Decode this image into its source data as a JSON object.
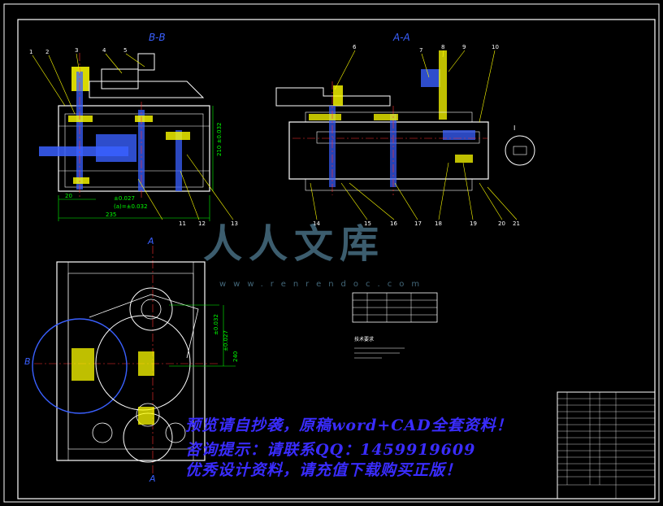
{
  "drawing": {
    "view_bb": "B-B",
    "view_aa": "A-A",
    "section_a_top": "A",
    "section_a_bottom": "A",
    "section_b_left": "B",
    "detail_label": "I",
    "part_numbers_top_left": [
      "1",
      "2",
      "3",
      "4",
      "5"
    ],
    "part_numbers_top_right": [
      "6",
      "7",
      "8",
      "9",
      "10"
    ],
    "part_numbers_bottom_left": [
      "11",
      "12",
      "13"
    ],
    "part_numbers_bottom_right": [
      "14",
      "15",
      "16",
      "17",
      "18",
      "19",
      "20",
      "21"
    ],
    "dim_left_small": "20",
    "dim_tol1": "±0.027",
    "dim_tol2": "(a)=±0.032",
    "dim_235": "235",
    "dim_vertical_top": "210 ±0.032",
    "dim_plan_a": "±0.032",
    "dim_plan_b": "±0.027",
    "dim_plan_c": "240",
    "tech_notes_title": "技术要求"
  },
  "watermark": {
    "logo_text": "人人文库",
    "url_text": "www.renrendoc.com",
    "line1": "预览请自抄袭，原稿word+CAD全套资料！",
    "line2": "咨询提示：请联系QQ：1459919609",
    "line3": "优秀设计资料，请充值下载购买正版！"
  },
  "colors": {
    "frame": "#ffffff",
    "dimension": "#00ff00",
    "part_body": "#ffffff",
    "highlight": "#ffff00",
    "center_line": "#ff3030",
    "hidden_line": "#3a60ff",
    "leader": "#ffff00",
    "watermark": "#3a2cff"
  }
}
